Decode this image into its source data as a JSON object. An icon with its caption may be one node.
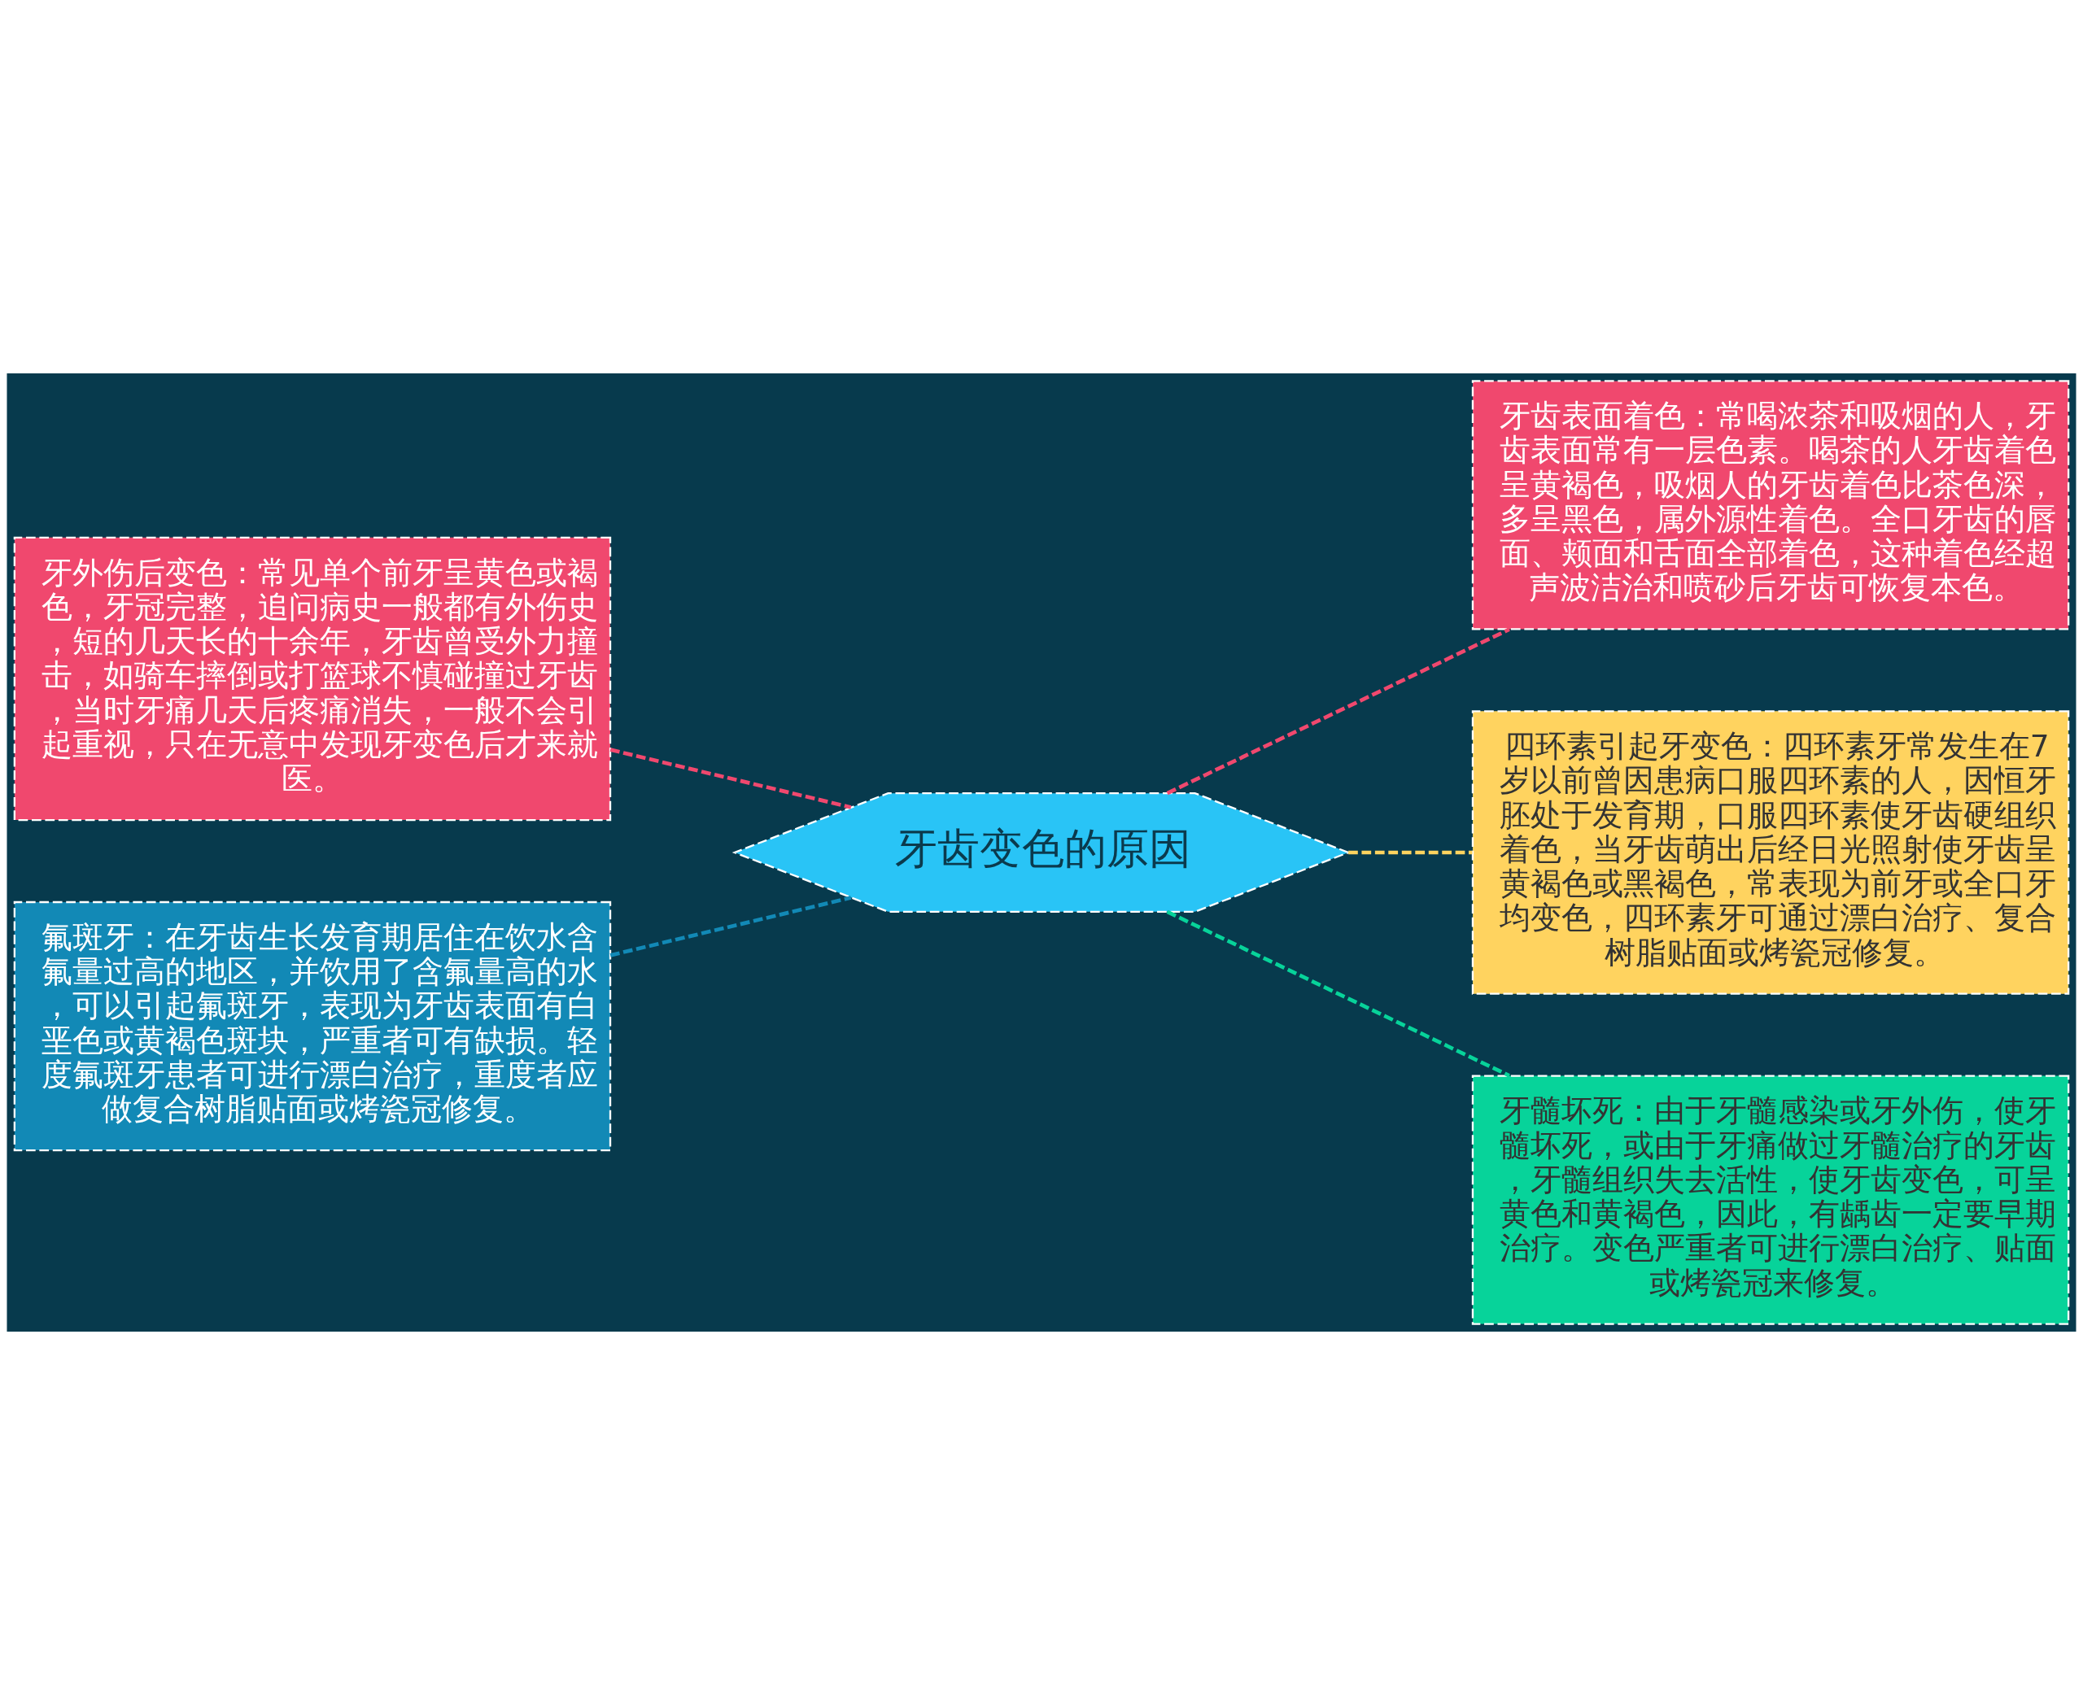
{
  "diagram": {
    "nodes": [
      {
        "text": [
          "牙齿变色的原因"
        ]
      },
      {
        "text": [
          "牙外伤后变色：常见单个前牙呈黄色或褐色，牙冠完整，追问病史一般都有外伤史，短的几天长的十余年，牙齿曾受外力撞击，如骑车摔倒或打篮球不慎碰撞过牙齿，当时牙痛几天后疼痛消失，一般不会引起重视，只在无意中发现牙变色后才来就医。"
        ]
      },
      {
        "text": [
          "氟斑牙：在牙齿生长发育期居住在饮水含氟量过高的地区，并饮用了含氟量高的水，可以引起氟斑牙，表现为牙齿表面有白垩色或黄褐色斑块，严重者可有缺损。轻度氟斑牙患者可进行漂白治疗，重度者应做复合树脂贴面或烤瓷冠修复。"
        ]
      },
      {
        "text": [
          "牙齿表面着色：常喝浓茶和吸烟的人，牙齿表面常有一层色素。喝茶的人牙齿着色呈黄褐色，吸烟人的牙齿着色比茶色深，多呈黑色，属外源性着色。全口牙齿的唇面、颊面和舌面全部着色，这种着色经超声波洁治和喷砂后牙齿可恢复本色。"
        ]
      },
      {
        "text": [
          "四环素引起牙变色：四环素牙常发生在7岁以前曾因患病口服四环素的人，因恒牙胚处于发育期，口服四环素使牙齿硬组织着色，当牙齿萌出后经日光照射使牙齿呈黄褐色或黑褐色，常表现为前牙或全口牙均变色，四环素牙可通过漂白治疗、复合树脂贴面或烤瓷冠修复。"
        ]
      },
      {
        "text": [
          "牙髓坏死：由于牙髓感染或牙外伤，使牙髓坏死，或由于牙痛做过牙髓治疗的牙齿，牙髓组织失去活性，使牙齿变色，可呈黄色和黄褐色，因此，有龋齿一定要早期治疗。变色严重者可进行漂白治疗、贴面或烤瓷冠来修复。"
        ]
      }
    ],
    "edges": [
      {
        "from": 0,
        "to": 1,
        "arrow": "none",
        "style": "dashed",
        "color": "#f0486e"
      },
      {
        "from": 0,
        "to": 2,
        "arrow": "none",
        "style": "dashed",
        "color": "#1289b6"
      },
      {
        "from": 0,
        "to": 3,
        "arrow": "none",
        "style": "dashed",
        "color": "#f0486e"
      },
      {
        "from": 0,
        "to": 4,
        "arrow": "none",
        "style": "dashed",
        "color": "#ffd35f"
      },
      {
        "from": 0,
        "to": 5,
        "arrow": "none",
        "style": "dashed",
        "color": "#07d39a"
      }
    ]
  }
}
